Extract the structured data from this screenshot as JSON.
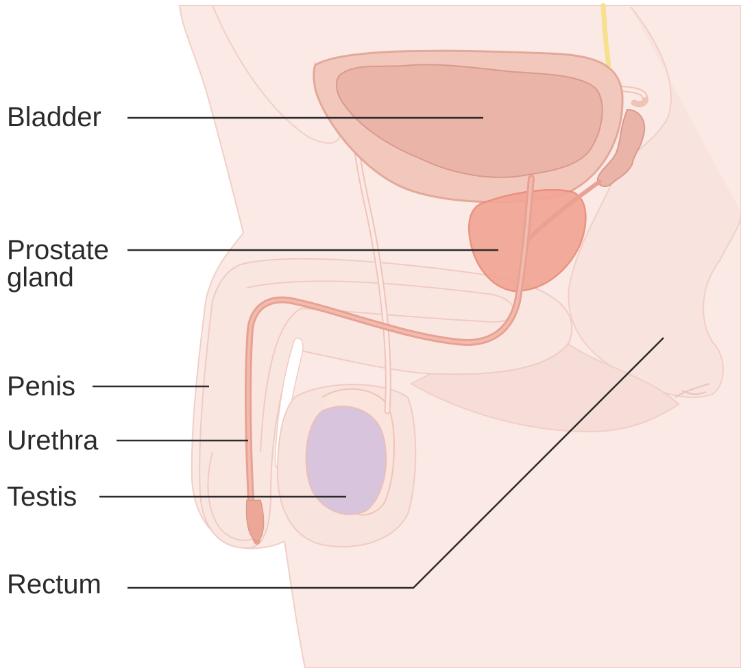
{
  "labels": {
    "bladder": "Bladder",
    "prostate_line1": "Prostate",
    "prostate_line2": "gland",
    "penis": "Penis",
    "urethra": "Urethra",
    "testis": "Testis",
    "rectum": "Rectum"
  },
  "colors": {
    "skin": "#fbe9e5",
    "skin_edge": "#f1cfc7",
    "body_shade": "#f7e0da",
    "bladder": "#eab4a9",
    "bladder_dark": "#dfa596",
    "prostate": "#f2a595",
    "urethra": "#e8a192",
    "testis": "#d8c4dc",
    "nerve": "#f7e08e"
  }
}
